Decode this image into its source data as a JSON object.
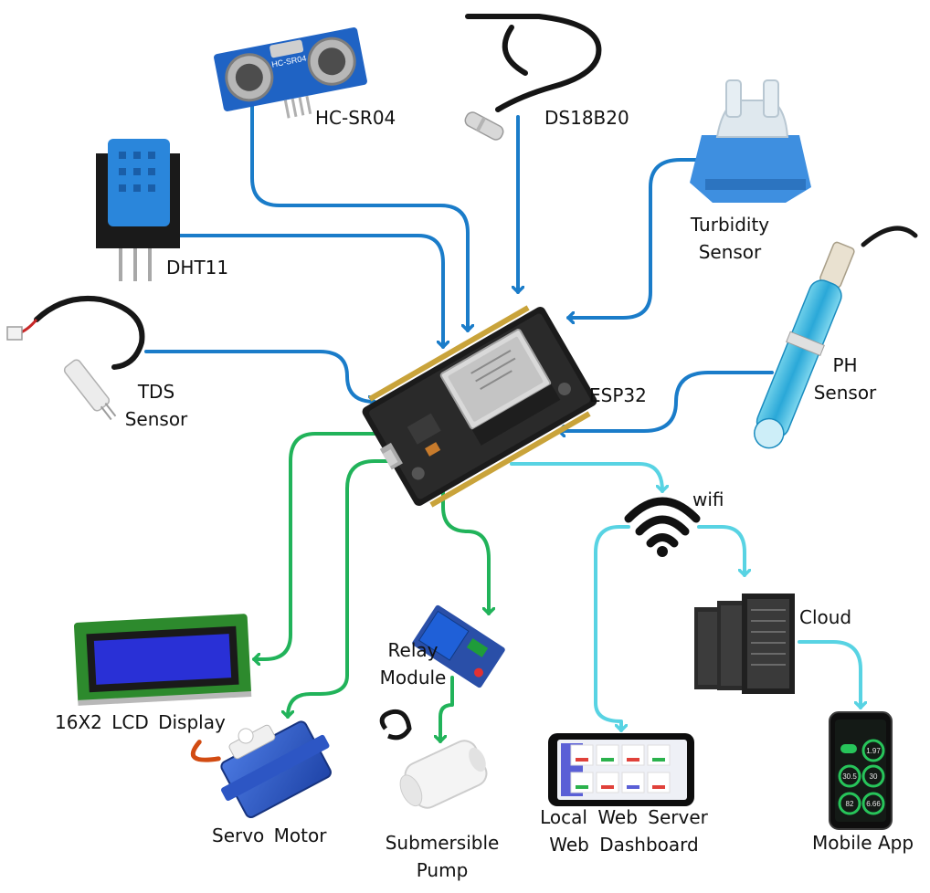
{
  "controller": {
    "label": "ESP32"
  },
  "sensors": {
    "hc_sr04": {
      "label": "HC-SR04",
      "board_text": "HC-SR04"
    },
    "ds18b20": {
      "label": "DS18B20"
    },
    "dht11": {
      "label": "DHT11"
    },
    "turbidity": {
      "line1": "Turbidity",
      "line2": "Sensor"
    },
    "tds": {
      "line1": "TDS",
      "line2": "Sensor"
    },
    "ph": {
      "line1": "PH",
      "line2": "Sensor"
    }
  },
  "outputs": {
    "lcd": {
      "label": "16X2 LCD Display"
    },
    "servo": {
      "label": "Servo Motor"
    },
    "relay": {
      "line1": "Relay",
      "line2": "Module"
    },
    "pump": {
      "line1": "Submersible",
      "line2": "Pump"
    }
  },
  "network": {
    "wifi": {
      "label": "wifi"
    },
    "cloud": {
      "label": "Cloud"
    },
    "local": {
      "line1": "Local Web Server",
      "line2": "Web Dashboard"
    },
    "mobile": {
      "label": "Mobile App",
      "readings": [
        "1.97",
        "30.5",
        "30",
        "82",
        "6.66"
      ]
    }
  },
  "colors": {
    "sensor_wire": "#1a7cc9",
    "output_wire": "#21b35a",
    "network_wire": "#58d3e3"
  }
}
